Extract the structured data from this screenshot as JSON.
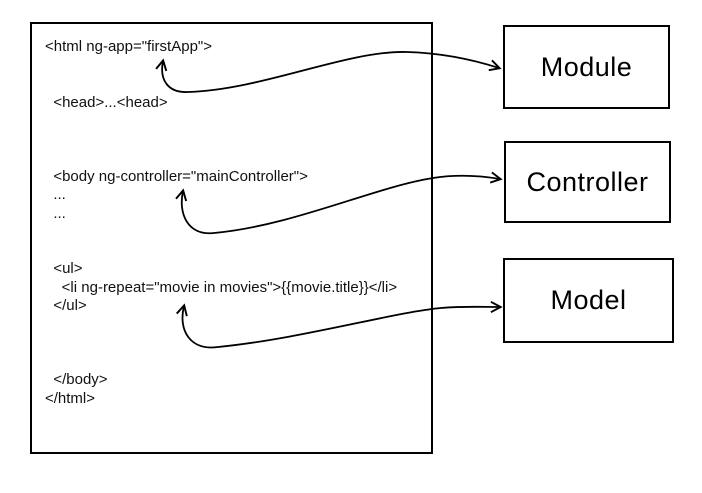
{
  "diagram": {
    "code_box": {
      "lines": [
        "<html ng-app=\"firstApp\">",
        "",
        "",
        "  <head>...<head>",
        "",
        "",
        "",
        "  <body ng-controller=\"mainController\">",
        "  ...",
        "  ...",
        "",
        "",
        "  <ul>",
        "    <li ng-repeat=\"movie in movies\">{{movie.title}}</li>",
        "  </ul>",
        "",
        "",
        "",
        "  </body>",
        "</html>"
      ]
    },
    "boxes": [
      {
        "id": "module",
        "label": "Module"
      },
      {
        "id": "controller",
        "label": "Controller"
      },
      {
        "id": "model",
        "label": "Model"
      }
    ],
    "connections": [
      {
        "from": "ng-app=\"firstApp\"",
        "to": "Module"
      },
      {
        "from": "ng-controller=\"mainController\"",
        "to": "Controller"
      },
      {
        "from": "ng-repeat=\"movie in movies\"",
        "to": "Model"
      }
    ],
    "colors": {
      "stroke": "#000000",
      "background": "#ffffff",
      "text": "#111111"
    }
  }
}
